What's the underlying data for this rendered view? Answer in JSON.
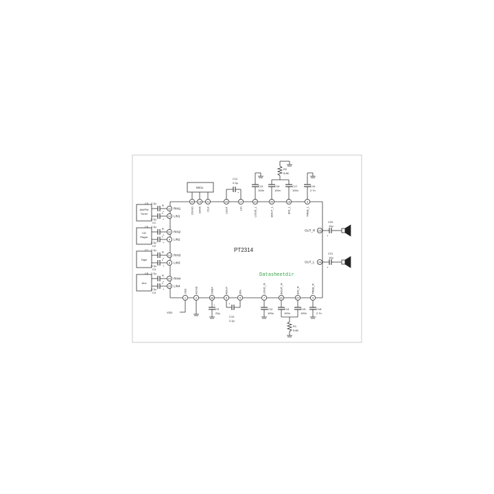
{
  "chip": "PT2314",
  "watermark": "Datasheetdir",
  "mcu_label": "MCU",
  "sources": [
    {
      "id": "amfm",
      "lines": [
        "AM/FM",
        "Tuner"
      ],
      "r_pin": 11,
      "r_label": "RIN1",
      "l_pin": 10,
      "l_label": "LIN1",
      "cap_r": "C5",
      "cap_l": "C1"
    },
    {
      "id": "cd",
      "lines": [
        "CD",
        "Player"
      ],
      "r_pin": 12,
      "r_label": "RIN2",
      "l_pin": 9,
      "l_label": "LIN2",
      "cap_r": "C6",
      "cap_l": "C2"
    },
    {
      "id": "tape",
      "lines": [
        "Tape"
      ],
      "r_pin": 13,
      "r_label": "RIN3",
      "l_pin": 8,
      "l_label": "LIN3",
      "cap_r": "C7",
      "cap_l": "C3"
    },
    {
      "id": "aux",
      "lines": [
        "Aux"
      ],
      "r_pin": 14,
      "r_label": "RIN4",
      "l_pin": 15,
      "l_label": "LIN4",
      "cap_r": "C8",
      "cap_l": "C4"
    }
  ],
  "input_cap_value": "2.2μ",
  "channel_r": "R",
  "channel_l": "L",
  "top_pins": [
    {
      "num": 20,
      "label": "DGND"
    },
    {
      "num": 19,
      "label": "DATA"
    },
    {
      "num": 21,
      "label": "CLK"
    },
    {
      "num": 16,
      "label": "LOUT"
    },
    {
      "num": 17,
      "label": "LIN"
    },
    {
      "num": 14,
      "label": "LOUD_L"
    },
    {
      "num": 20,
      "label": "BOUT_L"
    },
    {
      "num": 19,
      "label": "BIN_L"
    },
    {
      "num": 3,
      "label": "TREB_L"
    }
  ],
  "bottom_pins": [
    {
      "num": 1,
      "label": "VDD"
    },
    {
      "num": 2,
      "label": "AGND"
    },
    {
      "num": 28,
      "label": "CREF"
    },
    {
      "num": 6,
      "label": "ROUT"
    },
    {
      "num": 5,
      "label": "RIN"
    },
    {
      "num": 7,
      "label": "LOUD_R"
    },
    {
      "num": 22,
      "label": "BOUT_R"
    },
    {
      "num": 27,
      "label": "BIN_R"
    },
    {
      "num": 4,
      "label": "TREB_R"
    }
  ],
  "out_pins": [
    {
      "num": 23,
      "label": "OUT_R",
      "cap": "C20",
      "cap_value": "10μ"
    },
    {
      "num": 24,
      "label": "OUT_L",
      "cap": "C21",
      "cap_value": "10μ"
    }
  ],
  "vdd_label": "VDD",
  "components": {
    "c11": [
      "C11",
      "2.2μ"
    ],
    "c13": [
      "C13",
      "100n"
    ],
    "c16": [
      "C16",
      "100n"
    ],
    "c17": [
      "C17",
      "100n"
    ],
    "c19": [
      "C19",
      "2.7n"
    ],
    "r2": [
      "R2",
      "5.6K"
    ],
    "c9": [
      "C9",
      "22μ"
    ],
    "c10": [
      "C10",
      "2.2μ"
    ],
    "c12": [
      "C12",
      "100n"
    ],
    "c14": [
      "C14",
      "100n"
    ],
    "c15": [
      "C15",
      "100n"
    ],
    "c18": [
      "C18",
      "2.7n"
    ],
    "r1": [
      "R1",
      "5.6K"
    ]
  },
  "polarity_plus": "+"
}
